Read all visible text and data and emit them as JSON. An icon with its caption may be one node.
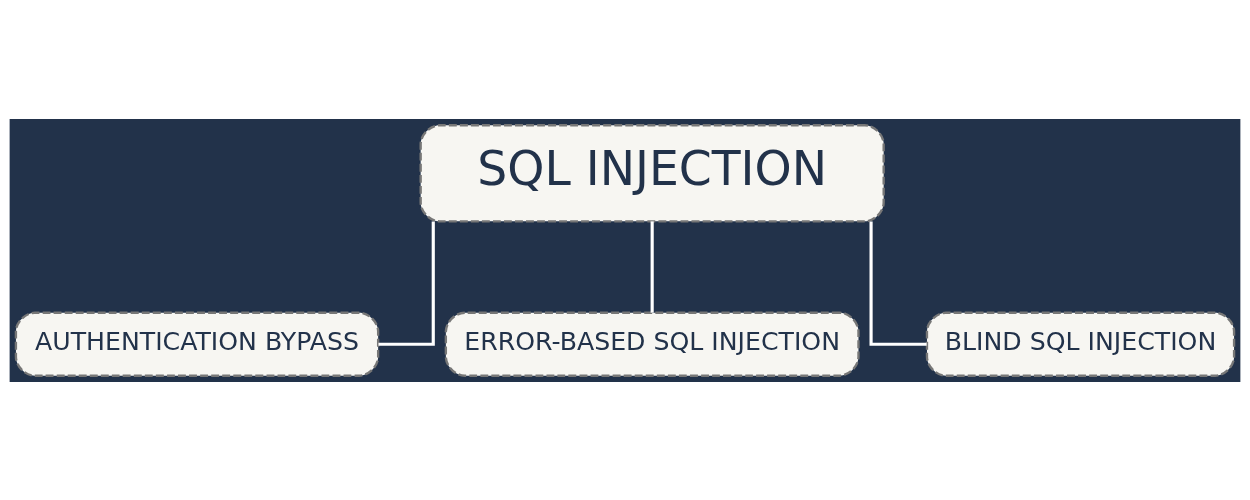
{
  "diagram": {
    "nodes": [
      {
        "text": [
          "SQL INJECTION"
        ]
      },
      {
        "text": [
          "AUTHENTICATION BYPASS"
        ]
      },
      {
        "text": [
          "ERROR-BASED SQL INJECTION"
        ]
      },
      {
        "text": [
          "BLIND SQL INJECTION"
        ]
      }
    ],
    "edges": [
      {
        "from": 0,
        "to": 1,
        "arrow": "none"
      },
      {
        "from": 0,
        "to": 2,
        "arrow": "none"
      },
      {
        "from": 0,
        "to": 3,
        "arrow": "none"
      }
    ]
  }
}
